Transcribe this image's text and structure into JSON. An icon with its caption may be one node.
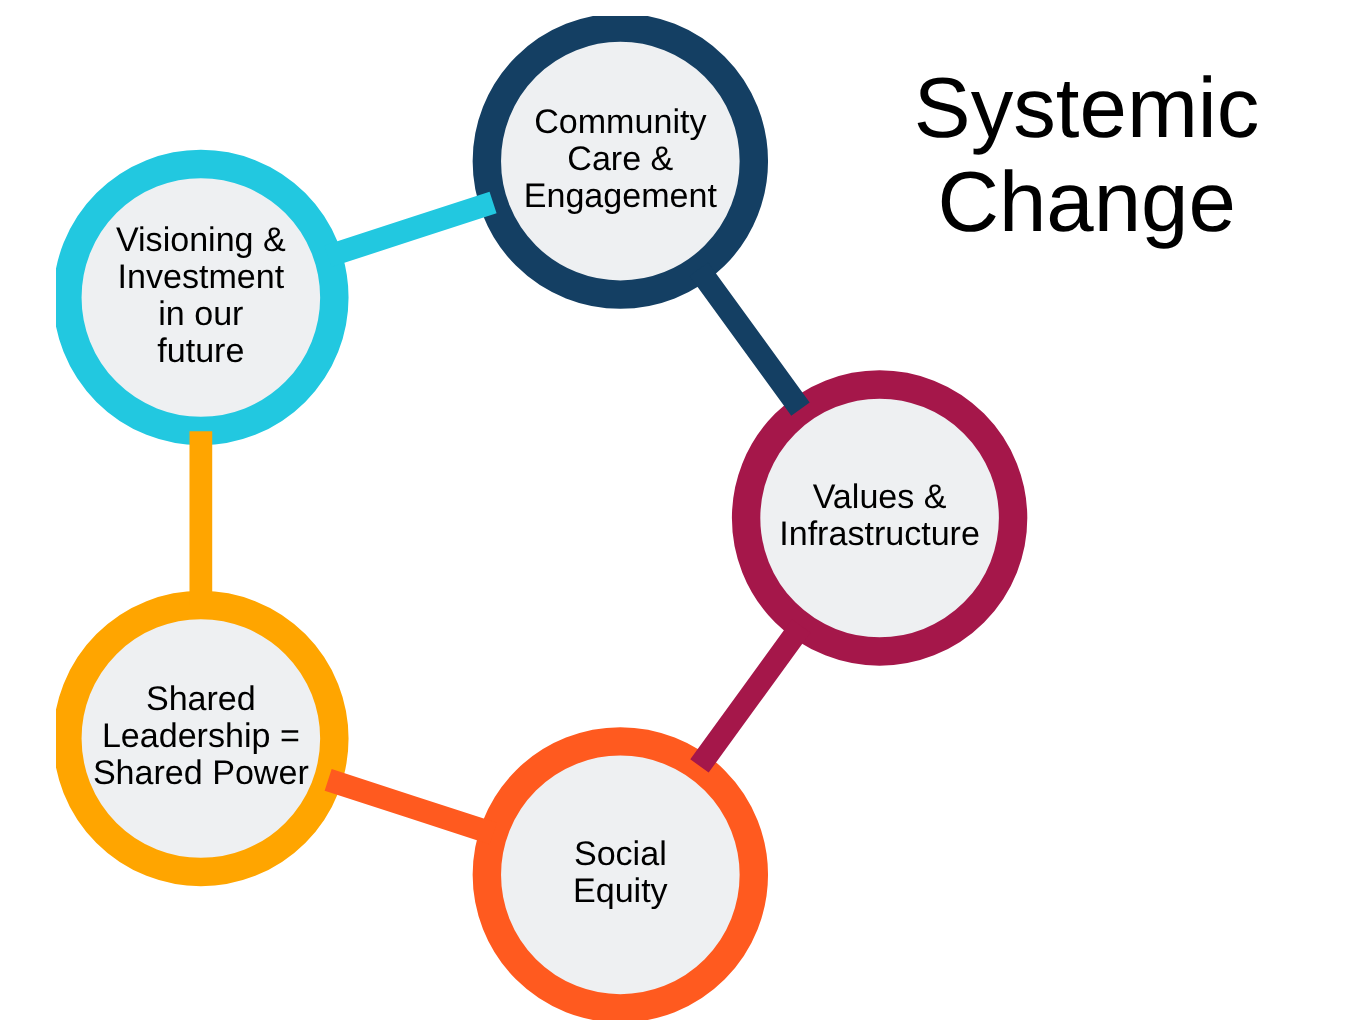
{
  "diagram": {
    "nodes": [
      {
        "text": [
          "Social Equity"
        ]
      },
      {
        "text": [
          "Shared Leadership = Shared Power"
        ]
      },
      {
        "text": [
          "Visioning & Investment in our future"
        ]
      },
      {
        "text": [
          "Community Care & Engagement"
        ]
      },
      {
        "text": [
          "Values & Infrastructure"
        ]
      }
    ],
    "edges": [
      {
        "from": 0,
        "to": 1,
        "arrow": "none",
        "color": "#ff5a1f"
      },
      {
        "from": 1,
        "to": 2,
        "arrow": "none",
        "color": "#ffa500"
      },
      {
        "from": 2,
        "to": 3,
        "arrow": "none",
        "color": "#22c8e0"
      },
      {
        "from": 3,
        "to": 4,
        "arrow": "none",
        "color": "#143f63"
      },
      {
        "from": 4,
        "to": 0,
        "arrow": "none",
        "color": "#a5174a"
      }
    ],
    "labels": [
      "Systemic Change"
    ]
  }
}
